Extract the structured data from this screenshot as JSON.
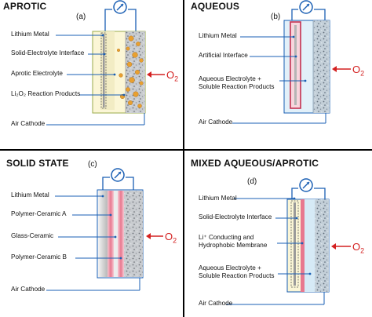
{
  "colors": {
    "line": "#1a5fb4",
    "arrow": "#d42020",
    "electrolyte_aprotic": "#fbf6d6",
    "reaction_products": "#e8a030",
    "cathode": "#c9ccd0",
    "aqueous_electrolyte": "#d6eaf6",
    "polymer_ceramic": "#f0a8b8",
    "glass_ceramic": "#e0e0e0"
  },
  "icons": [
    "gauge-icon",
    "red-arrow-icon"
  ],
  "panels": {
    "aprotic": {
      "title": "APROTIC",
      "id": "(a)",
      "labels": [
        "Lithium Metal",
        "Solid-Electrolyte Interface",
        "Aprotic Electrolyte",
        "Li₂O₂ Reaction Products",
        "Air Cathode"
      ],
      "o2": "O",
      "o2_sub": "2"
    },
    "aqueous": {
      "title": "AQUEOUS",
      "id": "(b)",
      "labels": [
        "Lithium Metal",
        "Artificial Interface",
        "Aqueous Electrolyte +",
        "Soluble Reaction Products",
        "Air Cathode"
      ],
      "o2": "O",
      "o2_sub": "2"
    },
    "solid": {
      "title": "SOLID STATE",
      "id": "(c)",
      "labels": [
        "Lithium Metal",
        "Polymer-Ceramic  A",
        "Glass-Ceramic",
        "Polymer-Ceramic B",
        "Air Cathode"
      ],
      "o2": "O",
      "o2_sub": "2"
    },
    "mixed": {
      "title": "MIXED AQUEOUS/APROTIC",
      "id": "(d)",
      "labels": [
        "Lithium Metal",
        "Solid-Electrolyte Interface",
        "Li⁺ Conducting  and",
        "Hydrophobic Membrane",
        "Aqueous Electrolyte +",
        "Soluble Reaction Products",
        "Air Cathode"
      ],
      "o2": "O",
      "o2_sub": "2"
    }
  }
}
